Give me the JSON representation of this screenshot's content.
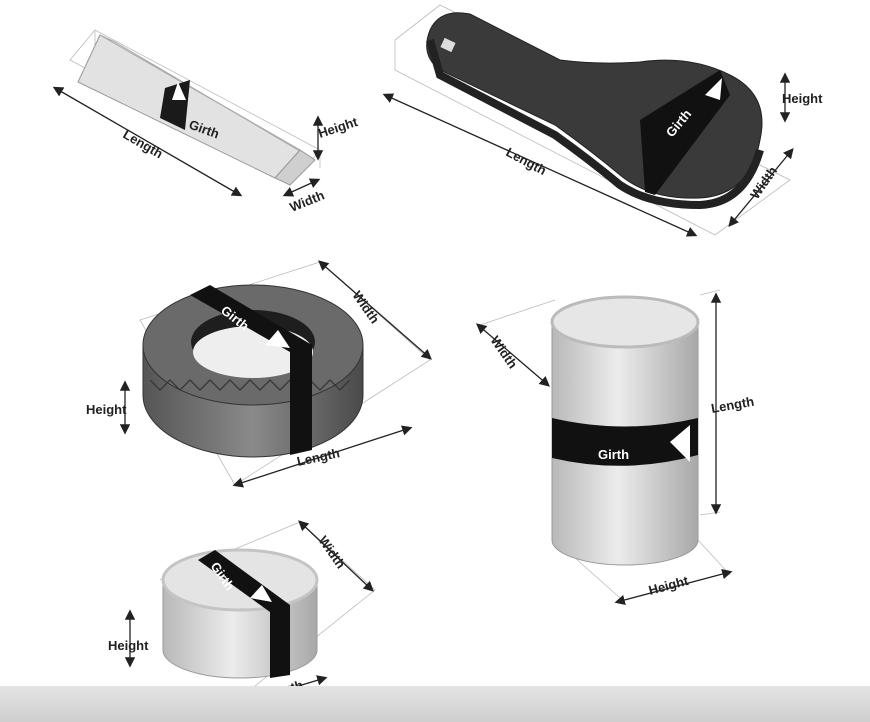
{
  "objects": {
    "prism": {
      "girth": "Girth",
      "length": "Length",
      "height": "Height",
      "width": "Width"
    },
    "guitar_case": {
      "girth": "Girth",
      "length": "Length",
      "height": "Height",
      "width": "Width"
    },
    "tire": {
      "girth": "Girth",
      "width": "Width",
      "height": "Height",
      "length": "Length"
    },
    "tall_cylinder": {
      "girth": "Girth",
      "width": "Width",
      "length": "Length",
      "height": "Height"
    },
    "short_cylinder": {
      "girth": "Girth",
      "width": "Width",
      "height": "Height",
      "length": "Length"
    }
  },
  "colors": {
    "dark_band": "#1a1a1a",
    "case": "#3a3a3a",
    "cylinder": "#d4d4d4"
  }
}
